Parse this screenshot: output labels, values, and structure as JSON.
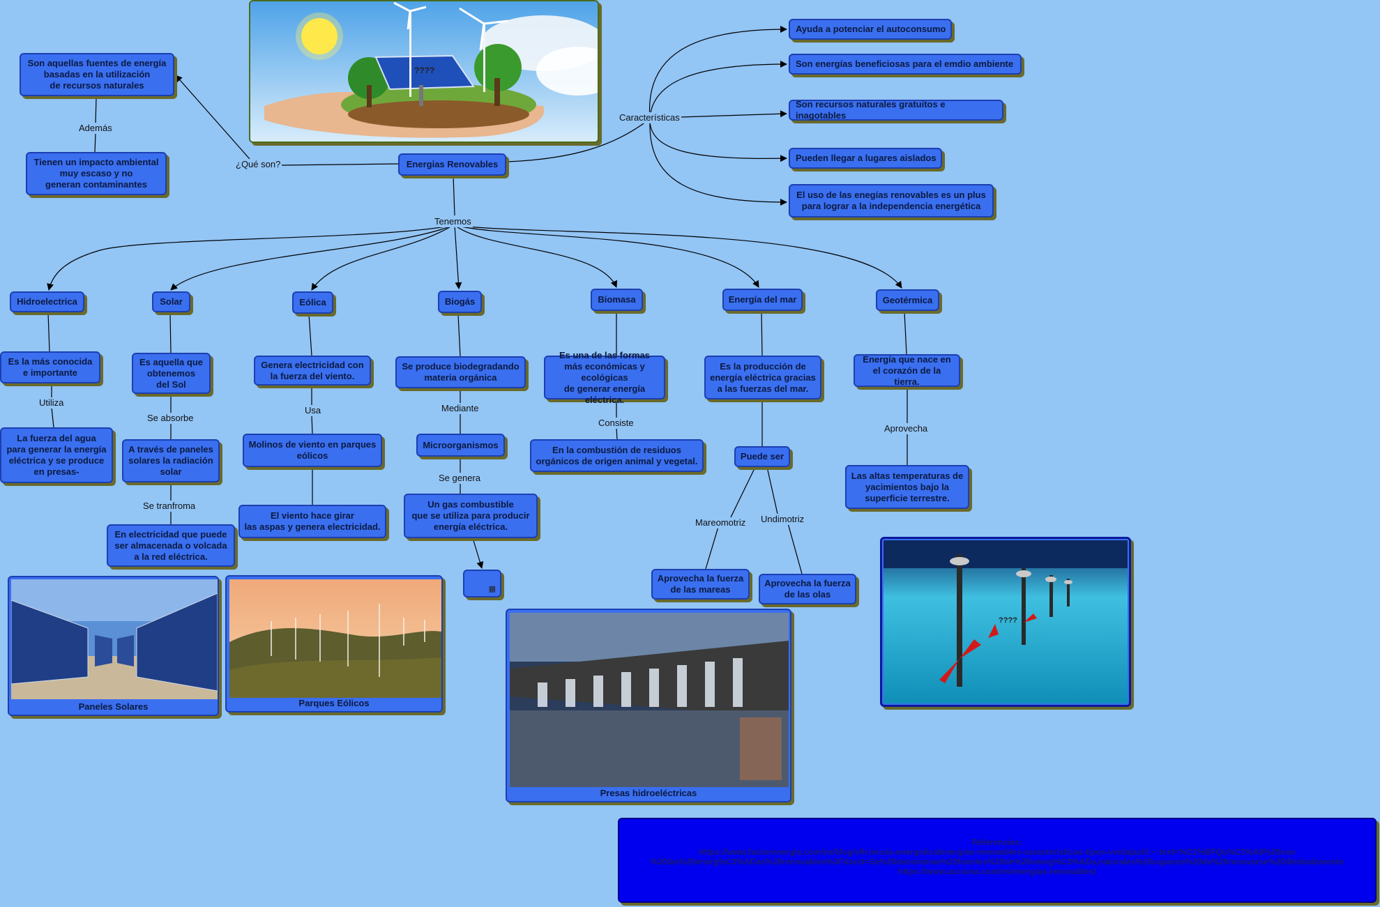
{
  "center": "Energias Renovables",
  "links": {
    "que_son": "¿Qué son?",
    "caracteristicas": "Características",
    "tenemos": "Tenemos",
    "ademas": "Además",
    "utiliza": "Utiliza",
    "se_absorbe": "Se absorbe",
    "se_tranfroma": "Se tranfroma",
    "usa": "Usa",
    "mediante": "Mediante",
    "se_genera": "Se genera",
    "consiste": "Consiste",
    "puede_ser_link_a": "Mareomotriz",
    "puede_ser_link_b": "Undimotriz",
    "aprovecha": "Aprovecha"
  },
  "definition": {
    "main": "Son aquellas fuentes de energía\nbasadas en la utilización\nde recursos naturales",
    "extra": "Tienen un impacto ambiental\nmuy escaso y no\ngeneran contaminantes"
  },
  "characteristics": [
    "Ayuda a potenciar el autoconsumo",
    "Son energías beneficiosas para el emdio ambiente",
    "Son recursos naturales gratuitos e inagotables",
    "Pueden llegar a lugares aislados",
    "El uso de las enegías renovables es un plus\npara lograr a la independencia energética"
  ],
  "types": {
    "hidro": {
      "name": "Hidroelectrica",
      "desc": "Es la más conocida\ne importante",
      "detail": "La fuerza del agua\npara generar la energía\neléctrica y se produce\nen presas-"
    },
    "solar": {
      "name": "Solar",
      "desc": "Es aquella que\nobtenemos\ndel Sol",
      "step1": "A través de paneles\nsolares la radiación\nsolar",
      "step2": "En electricidad que puede\nser almacenada o volcada\na la red eléctrica."
    },
    "eolica": {
      "name": "Eólica",
      "desc": "Genera electricidad con\nla fuerza del viento.",
      "step1": "Molinos de viento en parques\neólicos",
      "step2": "El viento hace girar\nlas aspas y genera electricidad."
    },
    "biogas": {
      "name": "Biogás",
      "desc": "Se produce biodegradando\nmateria orgánica",
      "step1": "Microorganismos",
      "step2": "Un gas combustible\nque se utiliza para producir\nenergía eléctrica."
    },
    "biomasa": {
      "name": "Biomasa",
      "desc": "Es una de las formas\nmás económicas y ecológicas\nde generar energía eléctrica.",
      "detail": "En la combustión de residuos\norgánicos de origen animal y vegetal."
    },
    "mar": {
      "name": "Energía del mar",
      "desc": "Es la producción de\nenergía eléctrica gracias\na las fuerzas del mar.",
      "puede_ser": "Puede ser",
      "option_a": "Aprovecha la fuerza\nde las mareas",
      "option_b": "Aprovecha la fuerza\nde las olas"
    },
    "geo": {
      "name": "Geotérmica",
      "desc": "Energía que nace en\nel corazón de la tierra.",
      "detail": "Las altas temperaturas de\nyacimientos bajo la\nsuperficie terrestre."
    }
  },
  "images": {
    "hero_mark": "????",
    "paneles": "Paneles Solares",
    "parques": "Parques Eólicos",
    "presas": "Presas hidroeléctricas",
    "mar_mark": "????"
  },
  "references": {
    "title": "Referencias:",
    "line1": "https://www.factorenergia.com/es/blog/eficiencia-energetica/energias-renovables-caracteristicas-tipos-ventajas/#:~:text=%C2%BFQu%C3%A9%20son",
    "line2": "%20las%20energ%C3%ADas%20renovables%3F&text=Se%20denominan%20fuentes%20de%20energ%C3%ADa,naturales%20capaces%20de%20renovarse%20ilimitadamente",
    "line3": "https://www.acciona.com/es/energias-renovables/"
  },
  "colors": {
    "background": "#93c5f5",
    "node_fill": "#3a6ff0",
    "node_border": "#1c3fb0",
    "reference_fill": "#0000ee"
  }
}
